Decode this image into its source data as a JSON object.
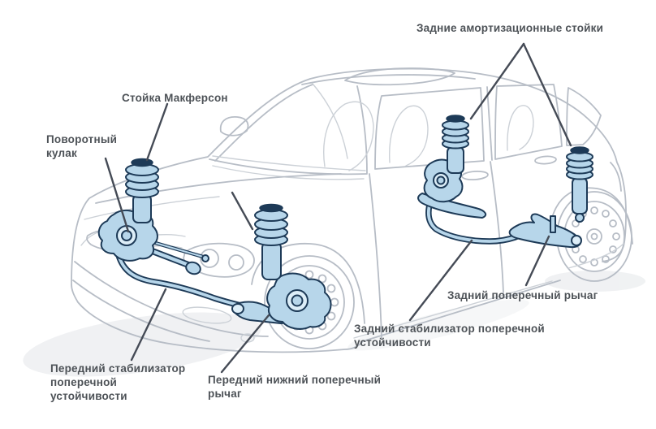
{
  "diagram": {
    "labels": {
      "rear_struts": "Задние амортизационные стойки",
      "macpherson": "Стойка Макферсон",
      "knuckle": "Поворотный кулак",
      "rear_arm": "Задний поперечный рычаг",
      "rear_stabilizer": "Задний стабилизатор поперечной устойчивости",
      "front_stabilizer": "Передний стабилизатор поперечной устойчивости",
      "front_lower_arm": "Передний нижний поперечный рычаг"
    },
    "colors": {
      "background": "#ffffff",
      "text": "#4d5257",
      "leader": "#454b56",
      "car_line": "#b7bdc6",
      "car_line_light": "#ccd1d7",
      "shadow": "#e4e7ea",
      "part_fill": "#b7d6ea",
      "part_highlight": "#ddeef8",
      "part_outline": "#1d3a57"
    }
  }
}
